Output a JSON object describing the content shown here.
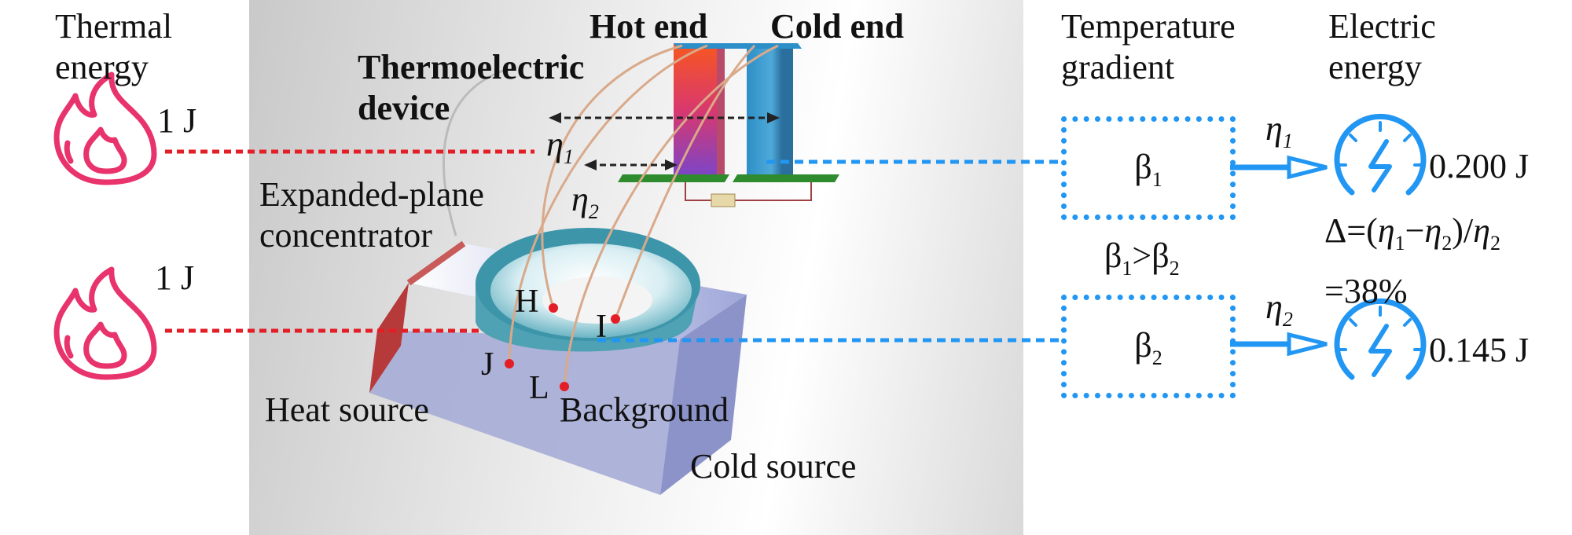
{
  "left": {
    "thermal_line1": "Thermal",
    "thermal_line2": "energy",
    "input1": "1 J",
    "input2": "1 J"
  },
  "device": {
    "hot_end": "Hot end",
    "cold_end": "Cold end",
    "te_line1": "Thermoelectric",
    "te_line2": "device",
    "eta": "η",
    "sub1": "1",
    "sub2": "2",
    "conc_line1": "Expanded-plane",
    "conc_line2": "concentrator",
    "heat_source": "Heat source",
    "background": "Background",
    "cold_source": "Cold source",
    "points": {
      "h": "H",
      "i": "I",
      "j": "J",
      "l": "L"
    }
  },
  "right": {
    "grad_line1": "Temperature",
    "grad_line2": "gradient",
    "elec_line1": "Electric",
    "elec_line2": "energy",
    "beta": "β",
    "gt": ">",
    "output1": "0.200 J",
    "output2": "0.145 J",
    "delta_prefix": "Δ=(",
    "minus": "−",
    "delta_mid": ")/",
    "percent": "=38%"
  },
  "colors": {
    "heat": "#e8336d",
    "heat_line": "#e41e26",
    "cold_line": "#2196f3",
    "point": "#e41e26"
  },
  "icons": {
    "flame": "flame-icon",
    "meter": "electric-meter-icon"
  }
}
